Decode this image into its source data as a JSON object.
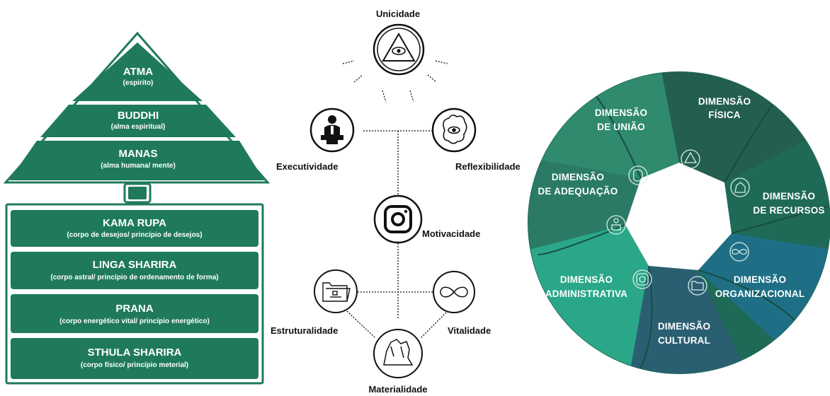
{
  "colors": {
    "green": "#1f7a5c",
    "dark": "#111111",
    "ring": [
      "#1f6a56",
      "#2e8a6e",
      "#29a88a",
      "#1f7a6a",
      "#1d6f86",
      "#2f5a6e",
      "#245a68",
      "#1e6a5e"
    ]
  },
  "pyramid": {
    "triangle": [
      {
        "title": "ATMA",
        "sub": "(espirito)"
      },
      {
        "title": "BUDDHI",
        "sub": "(alma espiritual)"
      },
      {
        "title": "MANAS",
        "sub": "(alma humana/ mente)"
      }
    ],
    "base": [
      {
        "title": "KAMA RUPA",
        "sub": "(corpo de desejos/ princípio de desejos)"
      },
      {
        "title": "LINGA SHARIRA",
        "sub": "(corpo astral/ princípio de ordenamento de forma)"
      },
      {
        "title": "PRANA",
        "sub": "(corpo energético vital/ princípio energético)"
      },
      {
        "title": "STHULA SHARIRA",
        "sub": "(corpo físico/ princípio meterial)"
      }
    ]
  },
  "network": {
    "unicidade": {
      "label": "Unicidade",
      "icon": "eye-triangle-icon"
    },
    "executividade": {
      "label": "Executividade",
      "icon": "executive-podium-icon"
    },
    "reflexibilidade": {
      "label": "Reflexibilidade",
      "icon": "brain-eye-icon"
    },
    "motivacidade": {
      "label": "Motivacidade",
      "icon": "camera-icon"
    },
    "estruturalidade": {
      "label": "Estruturalidade",
      "icon": "folder-icon"
    },
    "vitalidade": {
      "label": "Vitalidade",
      "icon": "infinity-icon"
    },
    "materialidade": {
      "label": "Materialidade",
      "icon": "rock-icon"
    }
  },
  "aperture": {
    "segments": [
      {
        "line1": "DIMENSÃO",
        "line2": "FÍSICA"
      },
      {
        "line1": "DIMENSÃO",
        "line2": "DE RECURSOS"
      },
      {
        "line1": "DIMENSÃO",
        "line2": "ORGANIZACIONAL"
      },
      {
        "line1": "DIMENSÃO",
        "line2": "CULTURAL"
      },
      {
        "line1": "DIMENSÃO",
        "line2": "ADMINISTRATIVA"
      },
      {
        "line1": "DIMENSÃO",
        "line2": "DE ADEQUAÇÃO"
      },
      {
        "line1": "DIMENSÃO",
        "line2": "DE UNIÃO"
      }
    ]
  }
}
